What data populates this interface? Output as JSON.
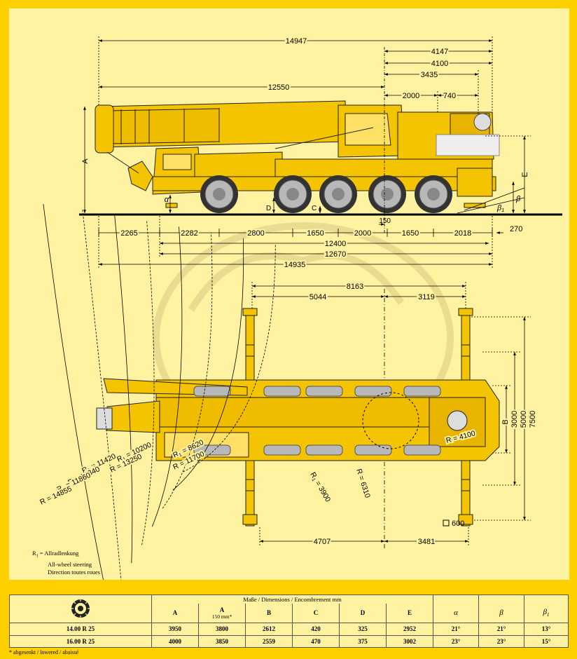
{
  "side_view": {
    "top_dims": [
      "14947",
      "4147",
      "4100",
      "3435",
      "12550",
      "2000",
      "740"
    ],
    "left_label": "A",
    "right_label": "E",
    "alpha_label": "α",
    "beta_label": "β",
    "beta1_label": "β",
    "beta1_sub": "1",
    "d_label": "D",
    "c_label": "C",
    "dim_150": "150",
    "bottom_row": [
      "2265",
      "2282",
      "2800",
      "1650",
      "2000",
      "1650",
      "2018"
    ],
    "dim_270": "270",
    "dim_12400": "12400",
    "dim_12670": "12670",
    "dim_14935": "14935"
  },
  "top_view": {
    "dim_8163": "8163",
    "dim_5044": "5044",
    "dim_3119": "3119",
    "dim_4707": "4707",
    "dim_3481": "3481",
    "label_b": "B",
    "dim_3000": "3000",
    "dim_5000": "5000",
    "dim_7500": "7500",
    "dim_600": "600",
    "r_4100": "R = 4100",
    "r_3900": "R",
    "r_3900_val": " = 3900",
    "r_6310": "R = 6310",
    "radii": [
      {
        "pre": "R",
        "sub": "1",
        "val": " = 8620"
      },
      {
        "pre": "R",
        "sub": "",
        "val": " = 11700"
      },
      {
        "pre": "R",
        "sub": "1",
        "val": " = 10200"
      },
      {
        "pre": "R",
        "sub": "",
        "val": " = 13250"
      },
      {
        "pre": "R",
        "sub": "1",
        "val": " = 11420"
      },
      {
        "pre": "R",
        "sub": "",
        "val": " = 14340"
      },
      {
        "pre": "R",
        "sub": "1",
        "val": " = 11860"
      },
      {
        "pre": "R",
        "sub": "",
        "val": " = 14855"
      }
    ]
  },
  "legend": {
    "line1_pre": "R",
    "line1_sub": "1",
    "line1_post": " = Allradlenkung",
    "line2": "All-wheel steering",
    "line3": "Direction toutes roues"
  },
  "table": {
    "title": "Maße / Dimensions / Encombrement mm",
    "headers": [
      "A",
      "A",
      "B",
      "C",
      "D",
      "E",
      "α",
      "β",
      "β"
    ],
    "a_sub": "150 mm*",
    "beta1_sub": "1",
    "rows": [
      {
        "tire": "14.00 R 25",
        "values": [
          "3950",
          "3800",
          "2612",
          "420",
          "325",
          "2952",
          "21°",
          "21°",
          "13°"
        ]
      },
      {
        "tire": "16.00 R 25",
        "values": [
          "4000",
          "3850",
          "2559",
          "470",
          "375",
          "3002",
          "23°",
          "23°",
          "15°"
        ]
      }
    ]
  },
  "footnote": "* abgesenkt / lowered / abaissé",
  "colors": {
    "frame": "#FFD000",
    "panel": "#FFF3A2",
    "crane": "#F5C400",
    "outline": "#222222",
    "wheel": "#B8B8B8"
  }
}
